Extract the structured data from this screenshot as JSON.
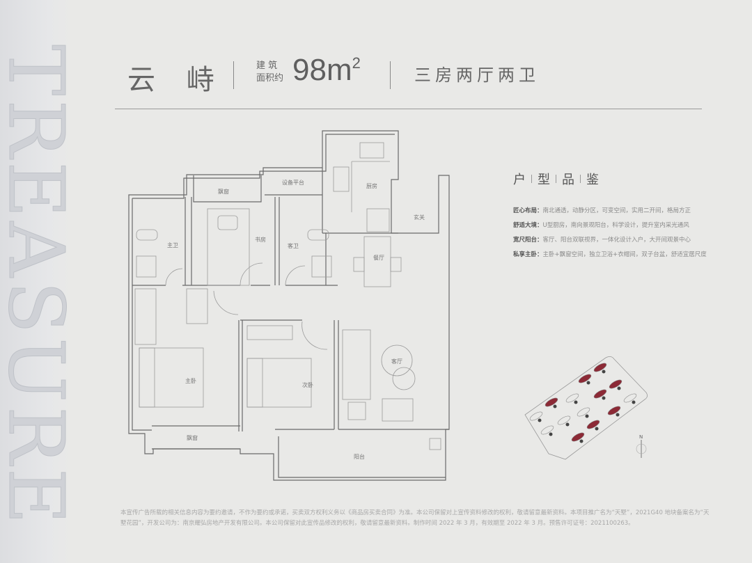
{
  "watermark": "TREASURE",
  "header": {
    "name": "云 峙",
    "area_label_1": "建 筑",
    "area_label_2": "面积约",
    "area_value": "98m",
    "area_unit_sup": "2",
    "layout": "三房两厅两卫"
  },
  "panel": {
    "title_chars": [
      "户",
      "型",
      "品",
      "鉴"
    ],
    "features": [
      {
        "label": "匠心布局：",
        "text": "南北通透，动静分区，可变空间，实用二开间，格局方正"
      },
      {
        "label": "舒适大境：",
        "text": "U型厨房，南向景观阳台，科学设计，提升室内采光通风"
      },
      {
        "label": "宽尺阳台：",
        "text": "客厅、阳台双联视界，一体化设计入户，大开间观景中心"
      },
      {
        "label": "私享主卧：",
        "text": "主卧+飘窗空间，独立卫浴+衣帽间，双子台盆，舒适宜居尺度"
      }
    ]
  },
  "rooms": {
    "bay_top": "飘窗",
    "equipment": "设备平台",
    "kitchen": "厨房",
    "foyer": "玄关",
    "master_bath": "主卫",
    "study": "书房",
    "guest_bath": "客卫",
    "dining": "餐厅",
    "master_bed": "主卧",
    "second_bed": "次卧",
    "living": "客厅",
    "bay_bottom": "飘窗",
    "balcony": "阳台"
  },
  "compass": "N",
  "footer": {
    "line1": "本宣传广告所载的相关信息内容为要约邀请，不作为要约或承诺，买卖双方权利义务以《商品房买卖合同》为准。本公司保留对上宣传资料修改的权利，敬请留意最新资料。本项目推广名为“天墅”，2021G40 地块备案名为“天",
    "line2": "墅花园”，开发公司为：南京耀弘房地产开发有限公司。本公司保留对此宣传品修改的权利，敬请留意最新资料。制作时间 2022 年 3 月，有效期至 2022 年 3 月。预售许可证号：2021100263。"
  },
  "colors": {
    "background": "#e9e9e7",
    "line": "#6a6a6a",
    "accent_red": "#8c2a36"
  }
}
